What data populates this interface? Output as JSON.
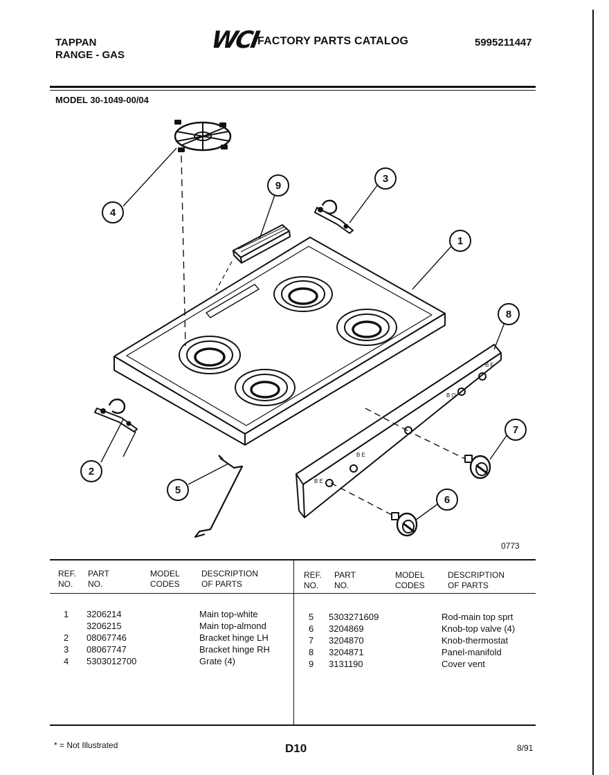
{
  "header": {
    "brand": "TAPPAN",
    "product": "RANGE - GAS",
    "logo": "WCI",
    "catalog_title": "FACTORY PARTS CATALOG",
    "catalog_number": "5995211447",
    "model": "MODEL 30-1049-00/04"
  },
  "diagram": {
    "image_code": "0773",
    "callouts": [
      "1",
      "2",
      "3",
      "4",
      "5",
      "6",
      "7",
      "8",
      "9"
    ]
  },
  "table": {
    "headers": {
      "ref": [
        "REF.",
        "NO."
      ],
      "part": [
        "PART",
        "NO."
      ],
      "model": [
        "MODEL",
        "CODES"
      ],
      "desc": [
        "DESCRIPTION",
        "OF PARTS"
      ]
    },
    "left_rows": [
      {
        "ref": "1",
        "part": "3206214",
        "desc": "Main top-white"
      },
      {
        "ref": "",
        "part": "3206215",
        "desc": "Main top-almond"
      },
      {
        "ref": "2",
        "part": "08067746",
        "desc": "Bracket hinge LH"
      },
      {
        "ref": "3",
        "part": "08067747",
        "desc": "Bracket hinge RH"
      },
      {
        "ref": "4",
        "part": "5303012700",
        "desc": "Grate (4)"
      }
    ],
    "right_rows": [
      {
        "ref": "5",
        "part": "5303271609",
        "desc": "Rod-main top sprt"
      },
      {
        "ref": "6",
        "part": "3204869",
        "desc": "Knob-top valve (4)"
      },
      {
        "ref": "7",
        "part": "3204870",
        "desc": "Knob-thermostat"
      },
      {
        "ref": "8",
        "part": "3204871",
        "desc": "Panel-manifold"
      },
      {
        "ref": "9",
        "part": "3131190",
        "desc": "Cover vent"
      }
    ]
  },
  "footer": {
    "note": "* = Not Illustrated",
    "page": "D10",
    "date": "8/91"
  }
}
